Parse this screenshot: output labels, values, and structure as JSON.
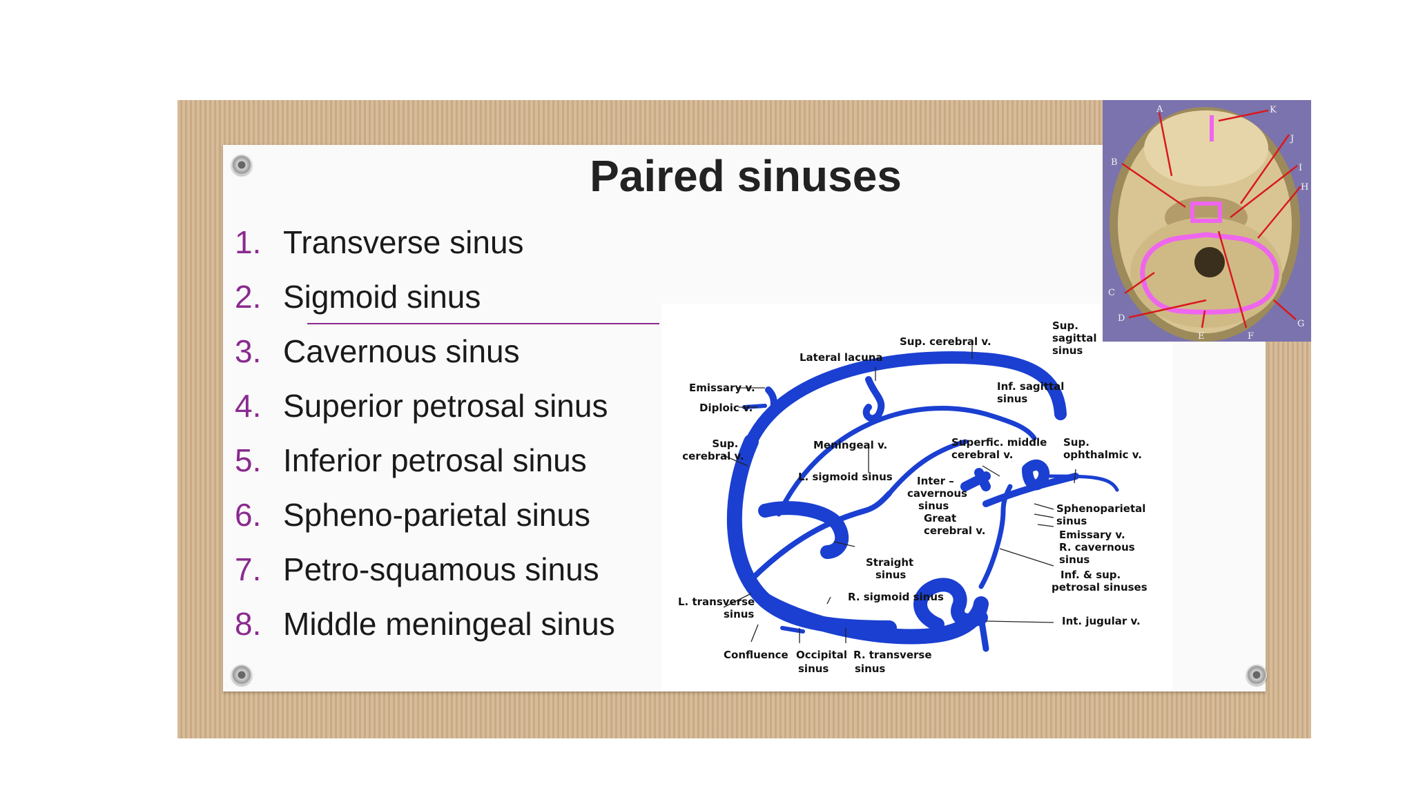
{
  "slide": {
    "title": "Paired sinuses",
    "sinuses": [
      {
        "num": "1.",
        "name": "Transverse sinus"
      },
      {
        "num": "2.",
        "name": "Sigmoid sinus"
      },
      {
        "num": "3.",
        "name": "Cavernous sinus"
      },
      {
        "num": "4.",
        "name": "Superior petrosal sinus"
      },
      {
        "num": "5.",
        "name": "Inferior petrosal sinus"
      },
      {
        "num": "6.",
        "name": "Spheno-parietal sinus"
      },
      {
        "num": "7.",
        "name": "Petro-squamous sinus"
      },
      {
        "num": "8.",
        "name": "Middle meningeal sinus"
      }
    ]
  },
  "venous_diagram": {
    "labels": {
      "lateral_lacuna": "Lateral lacuna",
      "sup_cerebral_v_top": "Sup. cerebral v.",
      "sup_sagittal_sinus": [
        "Sup.",
        "sagittal",
        "sinus"
      ],
      "emissary_v_left": "Emissary v.",
      "inf_sagittal_sinus": [
        "Inf. sagittal",
        "sinus"
      ],
      "diploic_v": "Diploic v.",
      "sup_cerebral_v_left": [
        "Sup.",
        "cerebral v."
      ],
      "meningeal_v": "Meningeal v.",
      "superfic_middle_cerebral_v": [
        "Superfic. middle",
        "cerebral v."
      ],
      "sup_ophthalmic_v": [
        "Sup.",
        "ophthalmic v."
      ],
      "l_sigmoid_sinus": "L. sigmoid sinus",
      "intercavernous_sinus": [
        "Inter –",
        "cavernous",
        "sinus"
      ],
      "great_cerebral_v": [
        "Great",
        "cerebral v."
      ],
      "sphenoparietal_sinus": [
        "Sphenoparietal",
        "sinus"
      ],
      "emissary_v_right": "Emissary v.",
      "r_cavernous_sinus": [
        "R. cavernous",
        "sinus"
      ],
      "straight_sinus": [
        "Straight",
        "sinus"
      ],
      "inf_sup_petrosal_sinuses": [
        "Inf. & sup.",
        "petrosal sinuses"
      ],
      "r_sigmoid_sinus": "R. sigmoid sinus",
      "l_transverse_sinus": [
        "L. transverse",
        "sinus"
      ],
      "int_jugular_v": "Int. jugular v.",
      "confluence": "Confluence",
      "occipital_sinus": [
        "Occipital",
        "sinus"
      ],
      "r_transverse_sinus": [
        "R. transverse",
        "sinus"
      ]
    }
  },
  "skull_figure": {
    "letters": [
      "A",
      "K",
      "J",
      "B",
      "I",
      "H",
      "C",
      "G",
      "D",
      "E",
      "F"
    ]
  },
  "colors": {
    "sinus_blue": "#1a3fd1",
    "number_purple": "#8a2a8f",
    "sinus_pink": "#ee66ee",
    "arrow_red": "#d8191c",
    "board_tan": "#d2b48e",
    "skull_background": "#7b73ad"
  }
}
